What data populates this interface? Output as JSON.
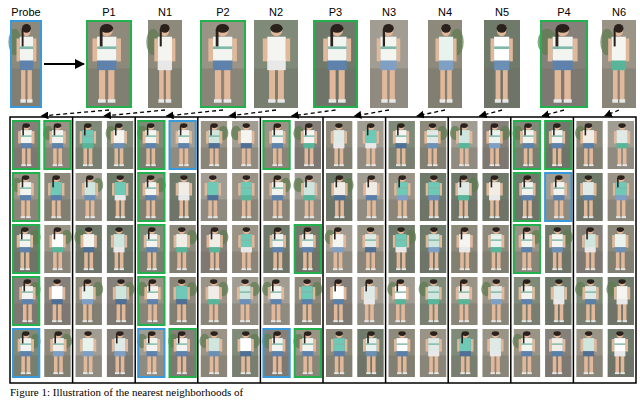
{
  "diagram": {
    "caption": "Figure 1: Illustration of the nearest neighborhoods of",
    "nodes": [
      {
        "text": [
          "Probe"
        ]
      },
      {
        "text": [
          "P1"
        ]
      },
      {
        "text": [
          "N1"
        ]
      },
      {
        "text": [
          "P2"
        ]
      },
      {
        "text": [
          "N2"
        ]
      },
      {
        "text": [
          "P3"
        ]
      },
      {
        "text": [
          "N3"
        ]
      },
      {
        "text": [
          "N4"
        ]
      },
      {
        "text": [
          "N5"
        ]
      },
      {
        "text": [
          "P4"
        ]
      },
      {
        "text": [
          "N6"
        ]
      }
    ],
    "edges": [
      {
        "from": 0,
        "to": 1,
        "arrow": "to"
      }
    ]
  }
}
